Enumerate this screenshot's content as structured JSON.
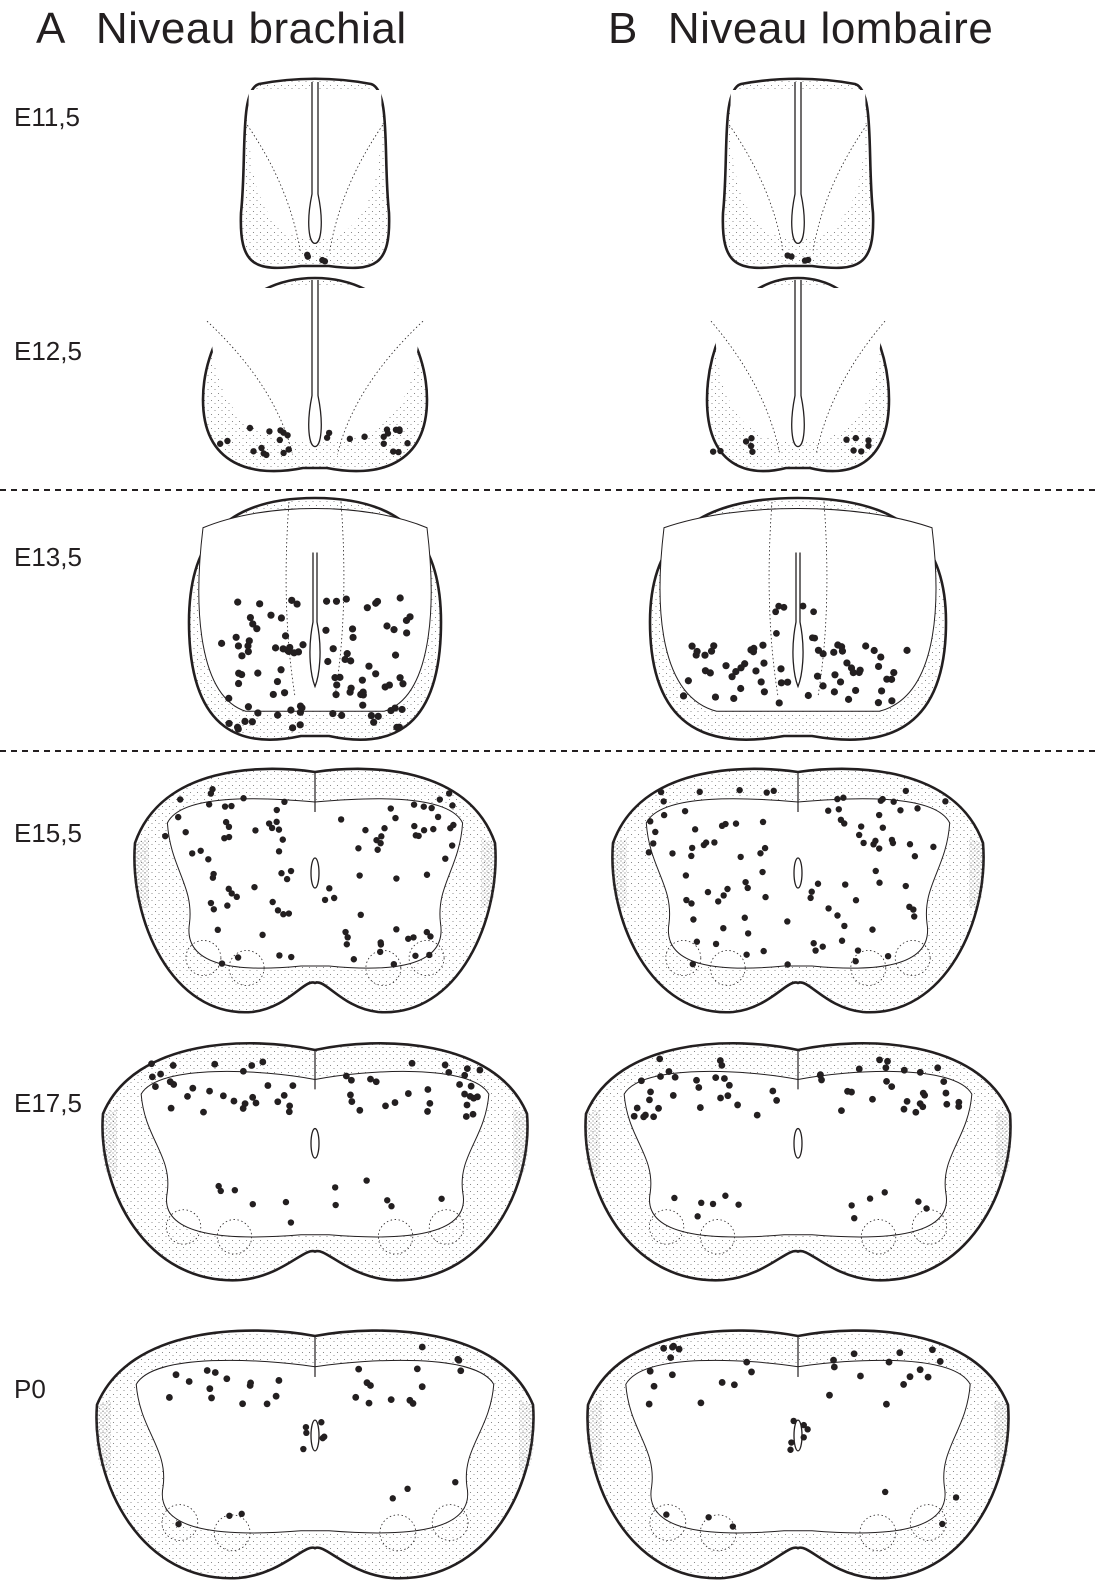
{
  "columns": [
    {
      "letter": "A",
      "title": "Niveau brachial"
    },
    {
      "letter": "B",
      "title": "Niveau lombaire"
    }
  ],
  "stages": [
    "E11,5",
    "E12,5",
    "E13,5",
    "E15,5",
    "E17,5",
    "P0"
  ],
  "colors": {
    "ink": "#231f20",
    "stipple": "#6d6d6d"
  }
}
